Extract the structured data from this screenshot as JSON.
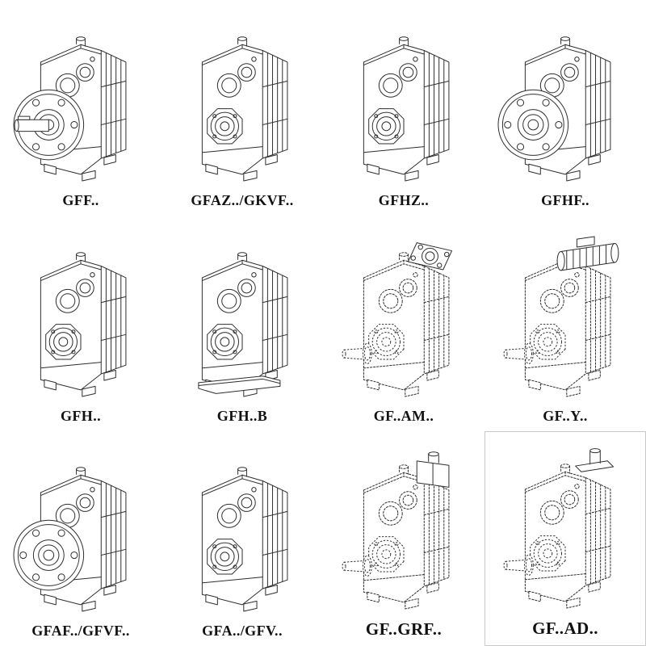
{
  "page": {
    "background": "#ffffff",
    "colors": {
      "line": "#2e2e2e",
      "dashed_line": "#9a9a9a",
      "label_text": "#111111",
      "cell_border": "#c9c9c9"
    }
  },
  "cells": [
    {
      "label": "GFF..",
      "drawing": "parallel-shaft gear unit with output flange and solid shaft",
      "line_style": "solid"
    },
    {
      "label": "GFAZ../GKVF..",
      "drawing": "parallel-shaft gear unit with hollow shaft bearing boss",
      "line_style": "solid"
    },
    {
      "label": "GFHZ..",
      "drawing": "parallel-shaft gear unit with hollow shaft shrink disc",
      "line_style": "solid"
    },
    {
      "label": "GFHF..",
      "drawing": "parallel-shaft gear unit with output flange, hollow shaft",
      "line_style": "solid"
    },
    {
      "label": "GFH..",
      "drawing": "parallel-shaft gear unit, hollow shaft foot mounted",
      "line_style": "solid"
    },
    {
      "label": "GFH..B",
      "drawing": "parallel-shaft gear unit, hollow shaft with base plate",
      "line_style": "solid"
    },
    {
      "label": "GF..AM..",
      "drawing": "gear unit with IEC motor adapter flange on input",
      "line_style": "dashed"
    },
    {
      "label": "GF..Y..",
      "drawing": "gear unit with mounted finned motor",
      "line_style": "dashed"
    },
    {
      "label": "GFAF../GFVF..",
      "drawing": "parallel-shaft gear unit with output flange",
      "line_style": "solid"
    },
    {
      "label": "GFA../GFV..",
      "drawing": "parallel-shaft gear unit, hollow shaft",
      "line_style": "solid"
    },
    {
      "label": "GF..GRF..",
      "drawing": "gear unit with input adapter box",
      "line_style": "dashed"
    },
    {
      "label": "GF..AD..",
      "drawing": "gear unit with input shaft adapter",
      "line_style": "dashed"
    }
  ]
}
